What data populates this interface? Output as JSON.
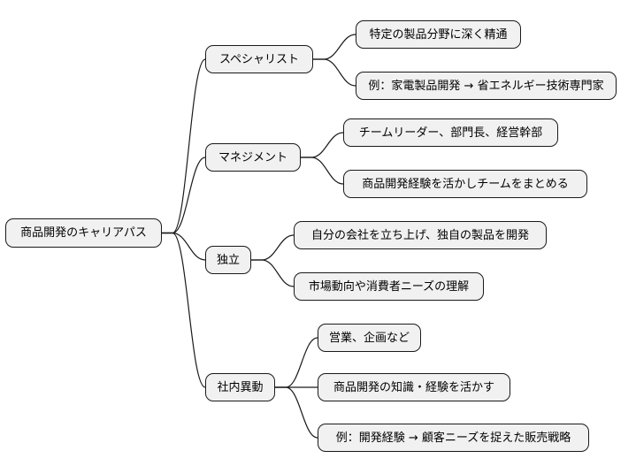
{
  "diagram": {
    "root": "商品開発のキャリアパス",
    "branches": [
      {
        "label": "スペシャリスト",
        "children": [
          "特定の製品分野に深く精通",
          "例：家電製品開発 → 省エネルギー技術専門家"
        ]
      },
      {
        "label": "マネジメント",
        "children": [
          "チームリーダー、部門長、経営幹部",
          "商品開発経験を活かしチームをまとめる"
        ]
      },
      {
        "label": "独立",
        "children": [
          "自分の会社を立ち上げ、独自の製品を開発",
          "市場動向や消費者ニーズの理解"
        ]
      },
      {
        "label": "社内異動",
        "children": [
          "営業、企画など",
          "商品開発の知識・経験を活かす",
          "例：開発経験 → 顧客ニーズを捉えた販売戦略"
        ]
      }
    ]
  }
}
